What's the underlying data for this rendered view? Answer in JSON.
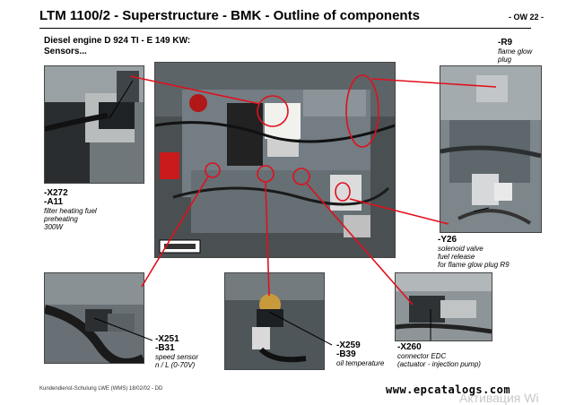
{
  "header": {
    "title": "LTM 1100/2 - Superstructure - BMK - Outline of components",
    "page_code": "- OW 22 -"
  },
  "subtitle": {
    "line1": "Diesel engine D 924 TI - E 149 KW:",
    "line2": "Sensors..."
  },
  "callouts": {
    "r9": {
      "code": "-R9",
      "desc1": "flame glow",
      "desc2": "plug"
    },
    "x272": {
      "code1": "-X272",
      "code2": "-A11",
      "desc1": "filter heating fuel",
      "desc2": "preheating",
      "desc3": "300W"
    },
    "y26": {
      "code": "-Y26",
      "desc1": "solenoid valve",
      "desc2": "fuel release",
      "desc3": "for flame glow plug R9"
    },
    "x251": {
      "code1": "-X251",
      "code2": "-B31",
      "desc1": "speed sensor",
      "desc2": "n / L (0-70V)"
    },
    "x259": {
      "code1": "-X259",
      "code2": "-B39",
      "desc1": "oil temperature"
    },
    "x260": {
      "code": "-X260",
      "desc1": "connector EDC",
      "desc2": "(actuator - injection pump)"
    }
  },
  "footer": {
    "left": "Kundendienst-Schulung LWE (WMS) 18/02/02 - DD",
    "url": "www.epcatalogs.com",
    "watermark": "Активация Wi"
  },
  "colors": {
    "callout_line": "#e0101c",
    "engine_body": "#707a80"
  }
}
